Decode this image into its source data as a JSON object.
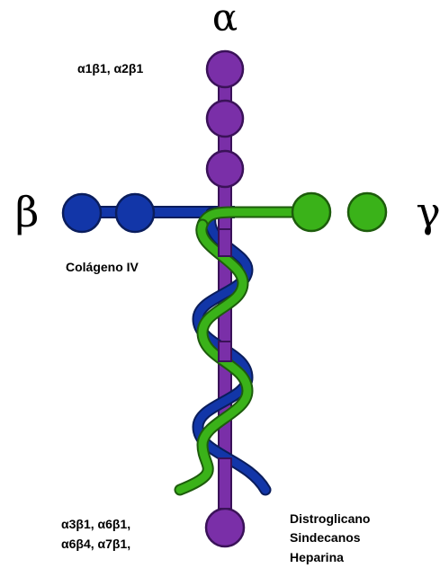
{
  "chains": {
    "alpha": {
      "symbol": "α",
      "color": "#7a2fa8",
      "outline": "#3a1258"
    },
    "beta": {
      "symbol": "β",
      "color": "#1236a8",
      "outline": "#0a1d5c"
    },
    "gamma": {
      "symbol": "γ",
      "color": "#3ab219",
      "outline": "#1d5c0c"
    }
  },
  "labels": {
    "alpha_receptors": "α1β1, α2β1",
    "beta_ligand": "Colágeno IV",
    "bottom_receptors": [
      "α3β1, α6β1,",
      "α6β4, α7β1,"
    ],
    "bottom_ligands": [
      "Distroglicano",
      "Sindecanos",
      "Heparina"
    ]
  }
}
